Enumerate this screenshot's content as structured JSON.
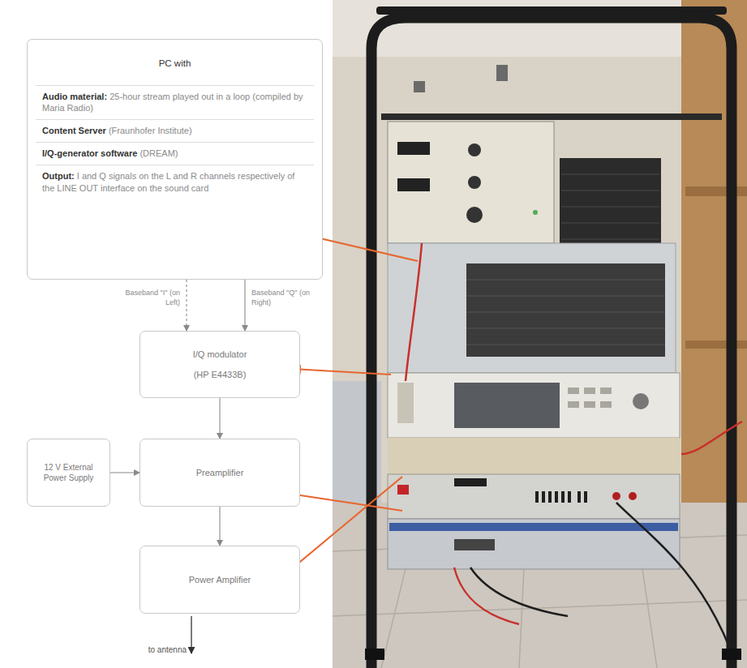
{
  "diagram": {
    "nodes": [
      {
        "text": [
          "PC with",
          "Audio material:",
          "25-hour stream played out in a loop (compiled by Maria Radio)",
          "Content Server",
          "(Fraunhofer Institute)",
          "I/Q-generator software",
          "(DREAM)",
          "Output:",
          "I and Q signals on the L and R channels respectively of the LINE OUT interface on the sound card"
        ]
      },
      {
        "text": [
          "I/Q modulator",
          "(HP E4433B)"
        ]
      },
      {
        "text": [
          "12 V External Power Supply"
        ]
      },
      {
        "text": [
          "Preamplifier"
        ]
      },
      {
        "text": [
          "Power Amplifier"
        ]
      }
    ],
    "edges": [
      {
        "from": 0,
        "to": 1,
        "label": "Baseband \"I\" (on Left)",
        "arrow": "to"
      },
      {
        "from": 0,
        "to": 1,
        "label": "Baseband \"Q\" (on Right)",
        "arrow": "to"
      },
      {
        "from": 1,
        "to": 3,
        "arrow": "to"
      },
      {
        "from": 2,
        "to": 3,
        "arrow": "to"
      },
      {
        "from": 3,
        "to": 4,
        "arrow": "to"
      }
    ],
    "labels": [
      "to antenna"
    ]
  }
}
